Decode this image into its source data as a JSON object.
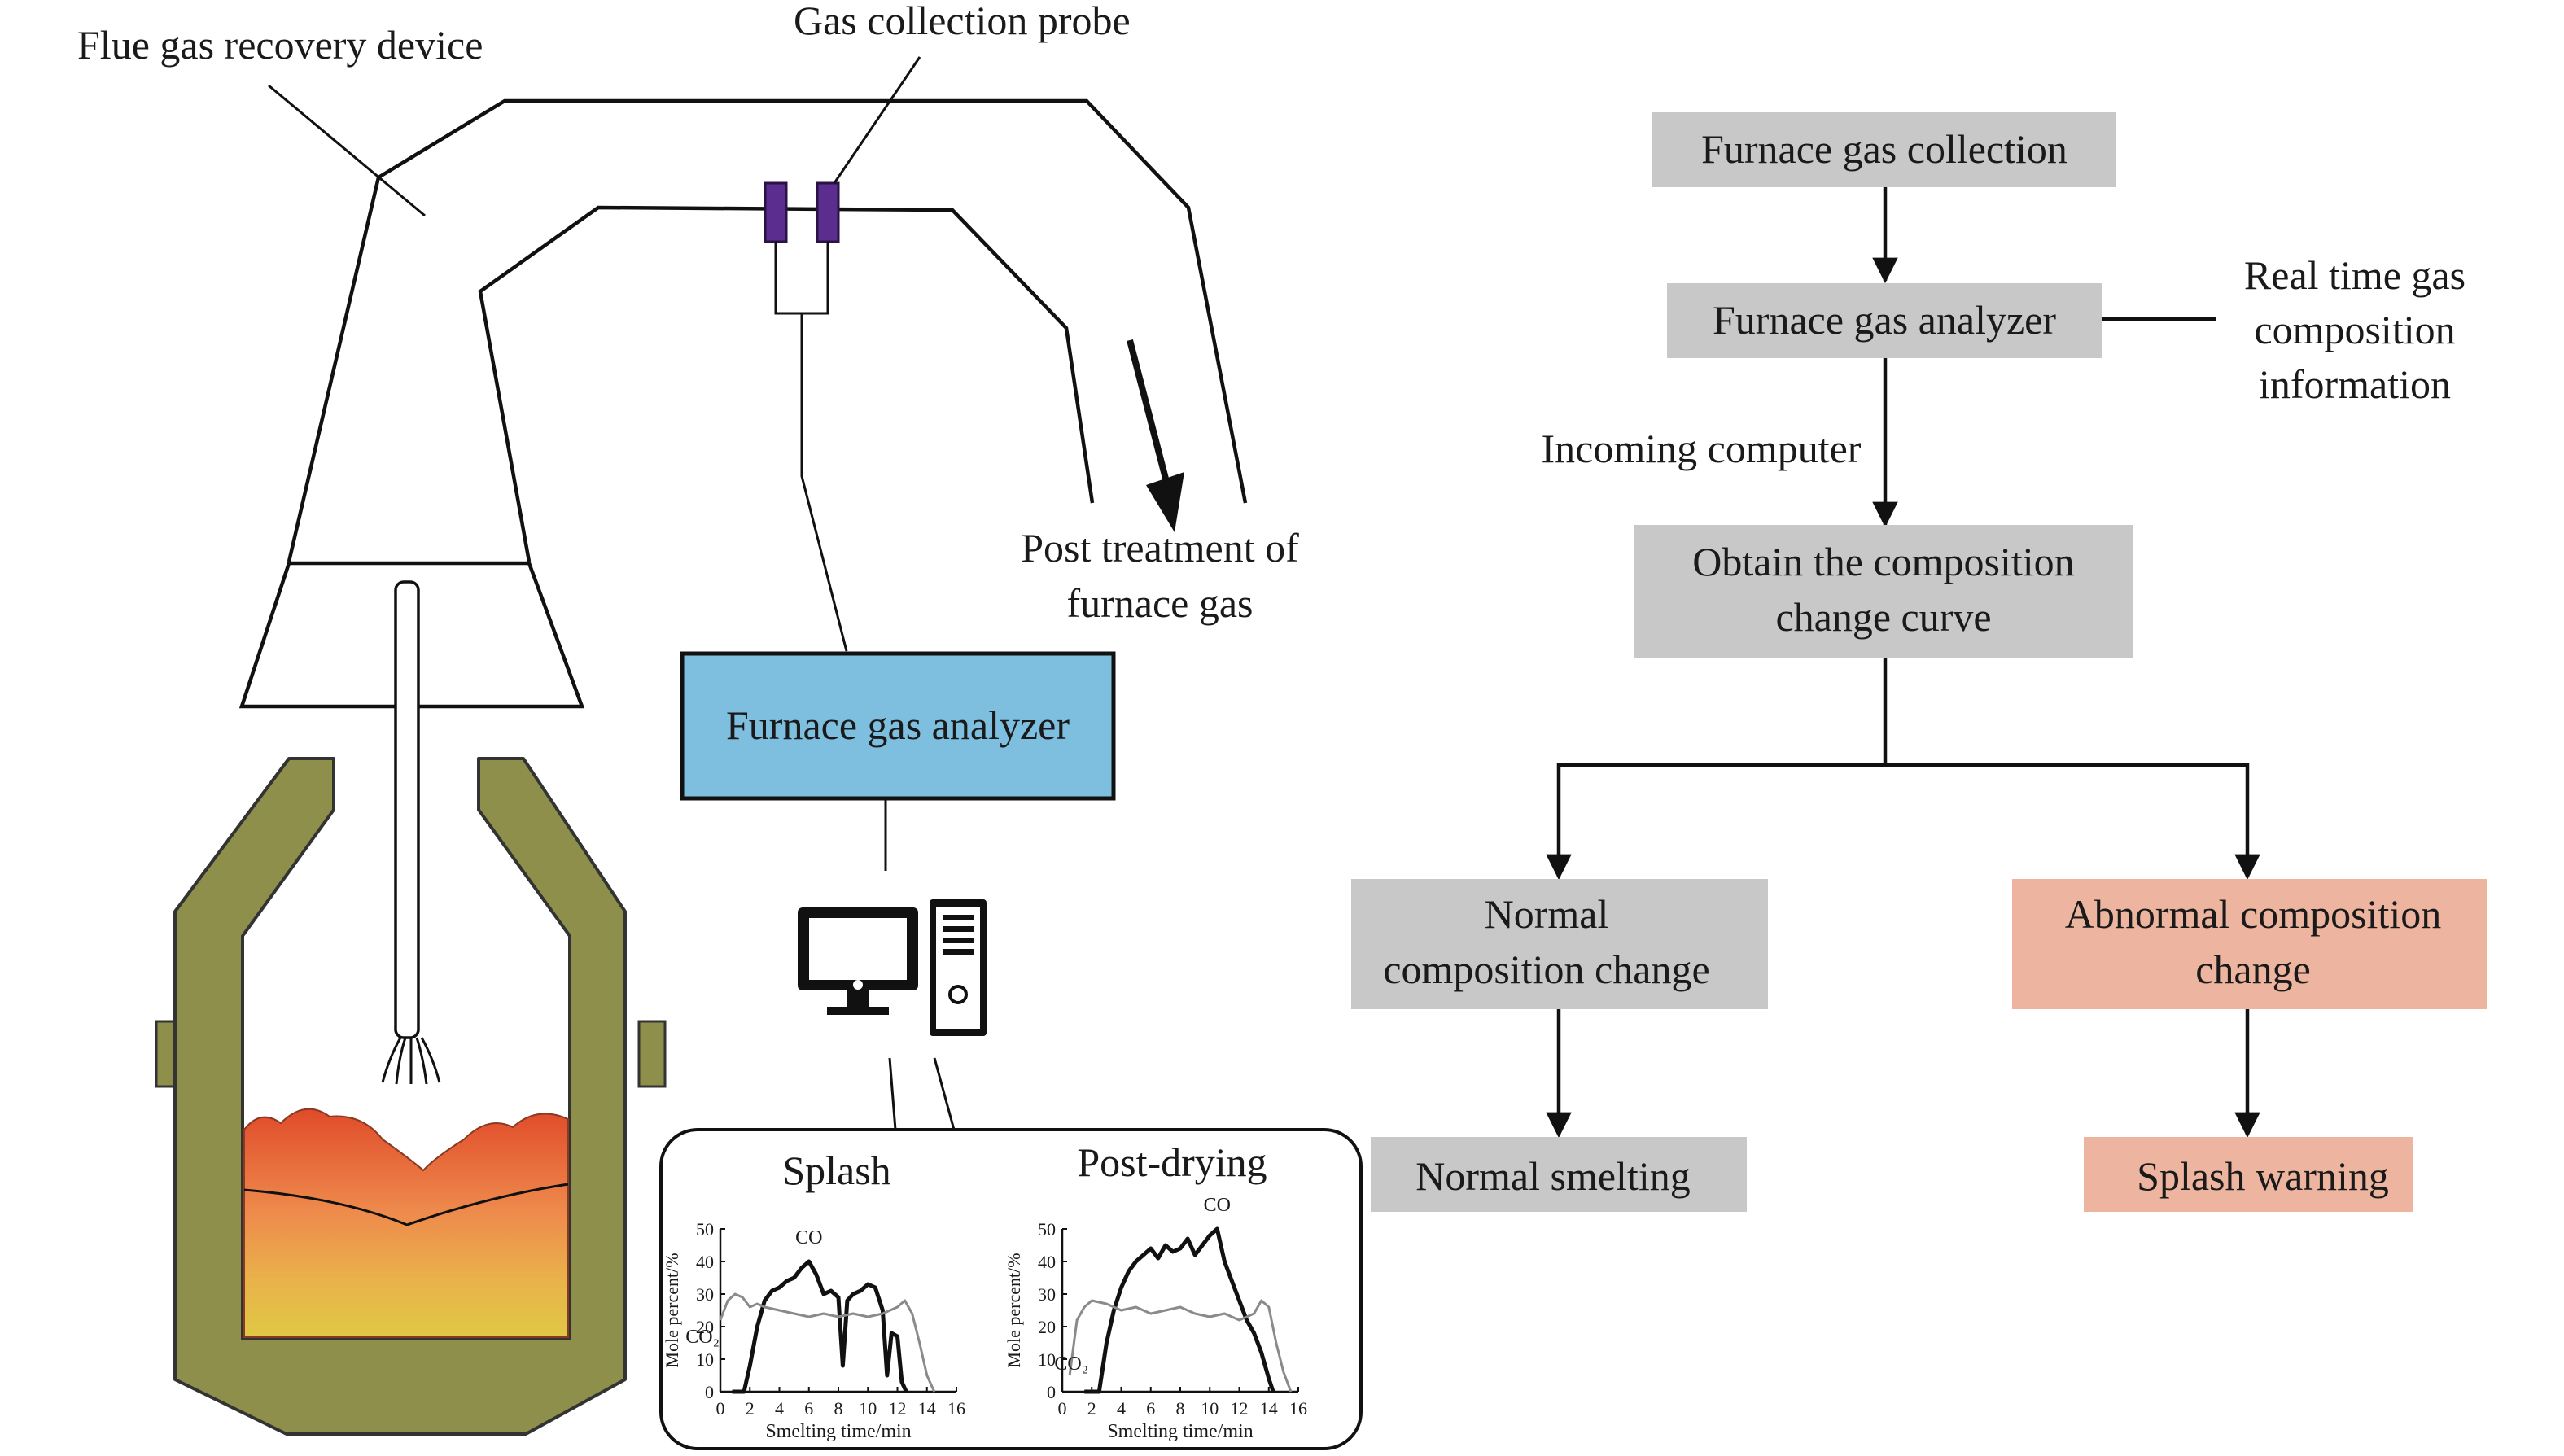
{
  "labels": {
    "flue_gas_recovery_device": "Flue gas recovery device",
    "gas_collection_probe": "Gas collection probe",
    "post_treatment_line1": "Post treatment of",
    "post_treatment_line2": "furnace gas",
    "left_analyzer": "Furnace gas analyzer",
    "incoming_computer": "Incoming computer",
    "realtime_line1": "Real time gas",
    "realtime_line2": "composition",
    "realtime_line3": "information"
  },
  "flowchart": {
    "collection": "Furnace gas collection",
    "analyzer": "Furnace gas analyzer",
    "obtain_line1": "Obtain the composition",
    "obtain_line2": "change curve",
    "normal_line1": "Normal",
    "normal_line2": "composition change",
    "abnormal_line1": "Abnormal composition",
    "abnormal_line2": "change",
    "normal_smelting": "Normal smelting",
    "splash_warning": "Splash warning"
  },
  "colors": {
    "gray_box": "#c8c8c8",
    "salmon_box": "#edb59f",
    "analyzer_blue": "#7ebfe0",
    "converter_olive": "#8f8f4c",
    "probe_purple": "#5b2d8e"
  },
  "chart_data": [
    {
      "type": "line",
      "title": "Splash",
      "xlabel": "Smelting time/min",
      "ylabel": "Mole percent/%",
      "xlim": [
        0,
        16
      ],
      "ylim": [
        0,
        50
      ],
      "xticks": [
        "0",
        "2",
        "4",
        "6",
        "8",
        "10",
        "12",
        "14",
        "16"
      ],
      "yticks": [
        "0",
        "10",
        "20",
        "30",
        "40",
        "50"
      ],
      "series": [
        {
          "name": "CO",
          "x": [
            0.8,
            1.6,
            2.0,
            2.5,
            3.0,
            3.5,
            4.0,
            4.5,
            5.0,
            5.5,
            6.0,
            6.5,
            7.0,
            7.5,
            8.0,
            8.3,
            8.6,
            9.0,
            9.5,
            10.0,
            10.5,
            11.0,
            11.3,
            11.6,
            12.0,
            12.3,
            12.6
          ],
          "y": [
            0,
            0,
            8,
            20,
            28,
            31,
            32,
            34,
            35,
            38,
            40,
            36,
            30,
            31,
            29,
            8,
            28,
            30,
            31,
            33,
            32,
            25,
            5,
            18,
            17,
            3,
            0
          ]
        },
        {
          "name": "CO₂",
          "x": [
            0,
            0.5,
            1.0,
            1.5,
            2.0,
            2.5,
            3.0,
            4.0,
            5.0,
            6.0,
            7.0,
            8.0,
            9.0,
            10.0,
            11.0,
            12.0,
            12.5,
            13.0,
            13.5,
            14.0,
            14.5
          ],
          "y": [
            22,
            28,
            30,
            29,
            26,
            27,
            26,
            25,
            24,
            23,
            24,
            23,
            24,
            23,
            24,
            26,
            28,
            24,
            15,
            5,
            0
          ]
        }
      ]
    },
    {
      "type": "line",
      "title": "Post-drying",
      "xlabel": "Smelting time/min",
      "ylabel": "Mole percent/%",
      "xlim": [
        0,
        16
      ],
      "ylim": [
        0,
        50
      ],
      "xticks": [
        "0",
        "2",
        "4",
        "6",
        "8",
        "10",
        "12",
        "14",
        "16"
      ],
      "yticks": [
        "0",
        "10",
        "20",
        "30",
        "40",
        "50"
      ],
      "series": [
        {
          "name": "CO",
          "x": [
            1.5,
            2.5,
            3.0,
            3.5,
            4.0,
            4.5,
            5.0,
            5.5,
            6.0,
            6.5,
            7.0,
            7.5,
            8.0,
            8.5,
            9.0,
            9.5,
            10.0,
            10.5,
            11.0,
            11.5,
            12.0,
            12.5,
            13.0,
            13.5,
            14.0,
            14.3
          ],
          "y": [
            0,
            0,
            15,
            25,
            32,
            37,
            40,
            42,
            44,
            41,
            45,
            43,
            44,
            47,
            42,
            45,
            48,
            50,
            40,
            34,
            28,
            22,
            18,
            12,
            4,
            0
          ]
        },
        {
          "name": "CO₂",
          "x": [
            0.5,
            1.0,
            1.5,
            2.0,
            3.0,
            4.0,
            5.0,
            6.0,
            7.0,
            8.0,
            9.0,
            10.0,
            11.0,
            12.0,
            13.0,
            13.5,
            14.0,
            14.5,
            15.0,
            15.5
          ],
          "y": [
            5,
            22,
            26,
            28,
            27,
            25,
            26,
            24,
            25,
            26,
            24,
            23,
            24,
            22,
            24,
            28,
            26,
            15,
            6,
            0
          ]
        }
      ]
    }
  ]
}
